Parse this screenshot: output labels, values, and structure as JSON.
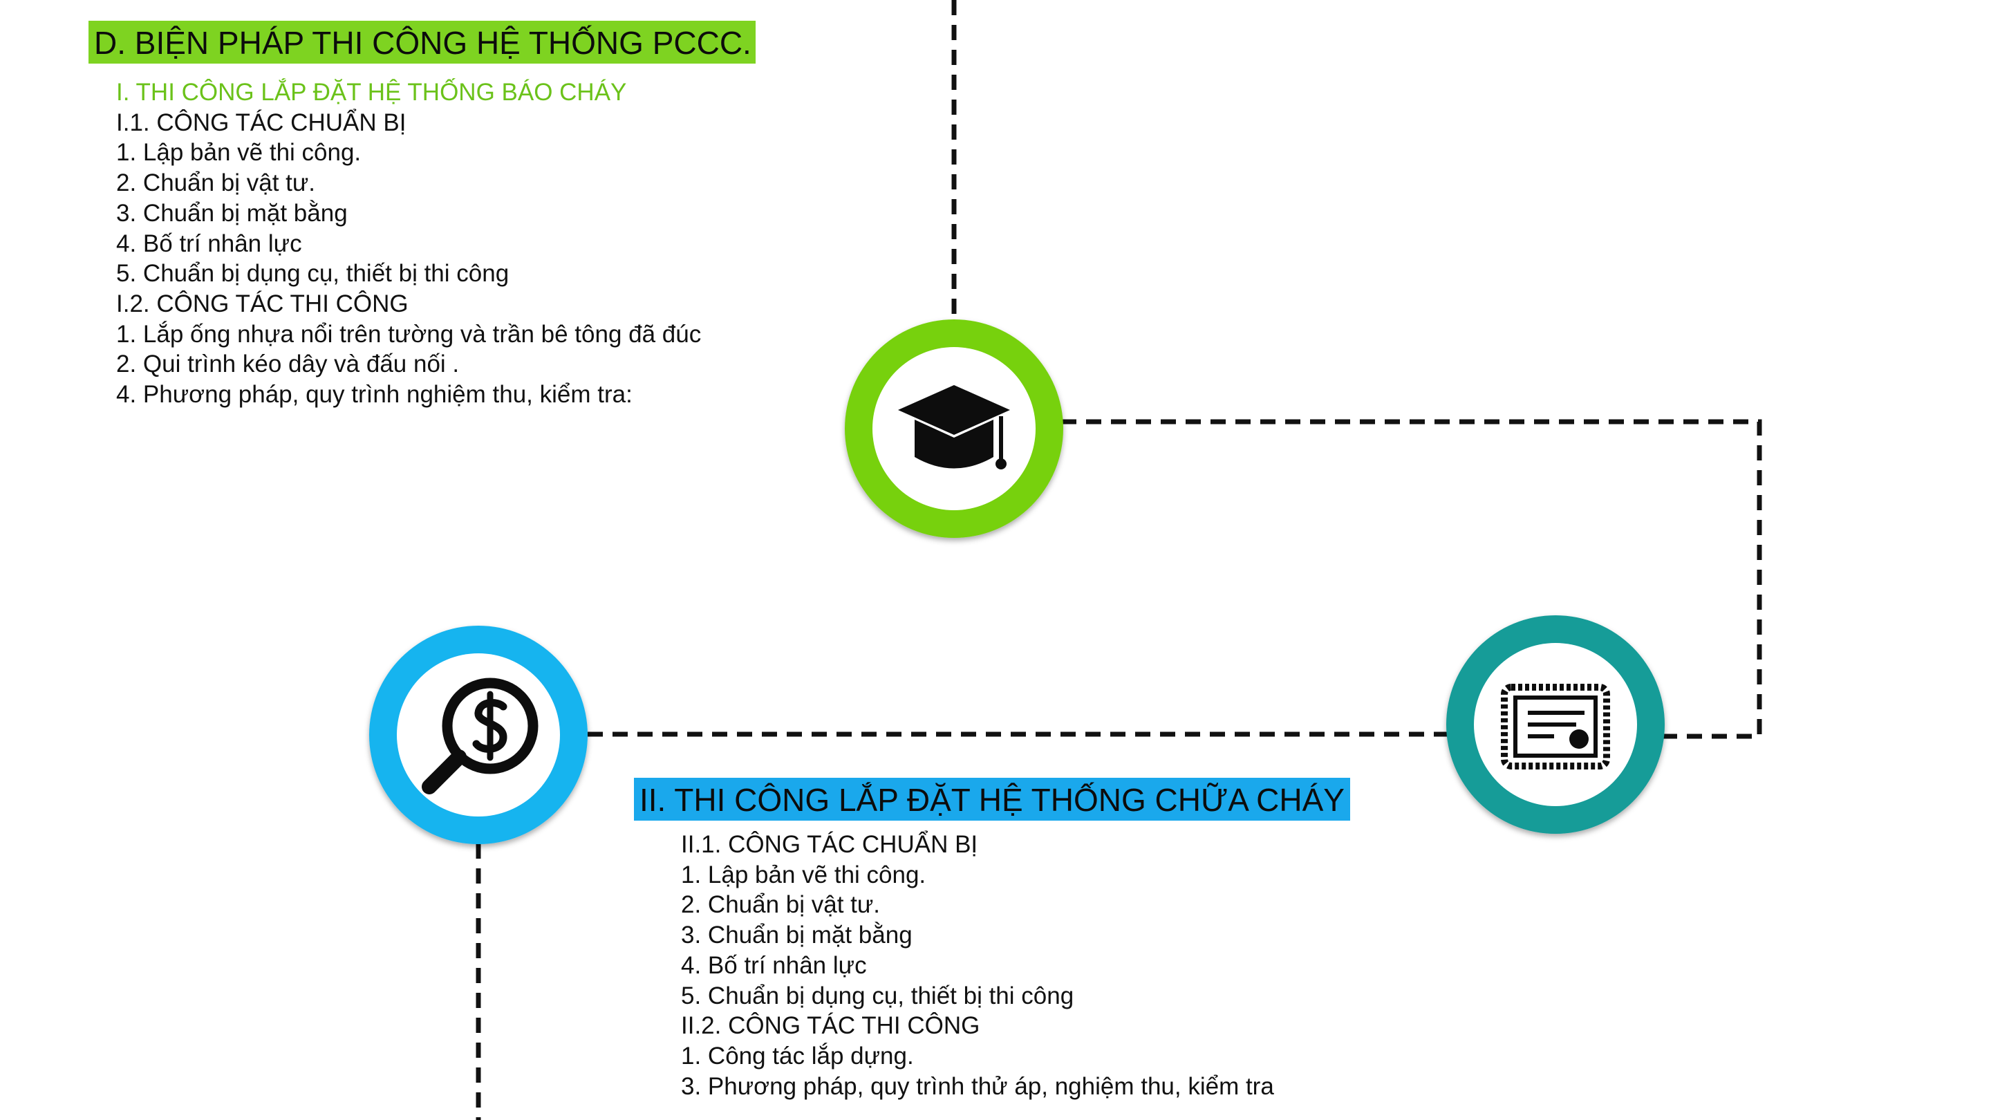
{
  "colors": {
    "title_highlight": "#7ed321",
    "subtitle_text": "#6bc21a",
    "section_highlight": "#1aa8ec",
    "node_green": "#77d10d",
    "node_blue": "#18b4ef",
    "node_teal": "#139c98",
    "node_inner": "#ffffff",
    "icon": "#0d0d0d",
    "connector": "#111111"
  },
  "title": "D. BIỆN PHÁP THI CÔNG HỆ THỐNG PCCC.",
  "section_one": {
    "subtitle": "I. THI CÔNG LẮP ĐẶT HỆ THỐNG BÁO CHÁY",
    "lines": [
      "I.1. CÔNG TÁC CHUẨN BỊ",
      "1. Lập bản vẽ thi công.",
      "2. Chuẩn bị vật tư.",
      "3. Chuẩn bị mặt bằng",
      "4. Bố trí nhân lực",
      "5. Chuẩn bị dụng cụ, thiết bị thi công",
      "I.2. CÔNG TÁC THI CÔNG",
      "1. Lắp ống nhựa nổi trên tường và trần bê tông đã đúc",
      "2.  Qui trình kéo dây và đấu nối .",
      "4. Phương pháp, quy trình nghiệm thu, kiểm tra:"
    ]
  },
  "section_two": {
    "title": "II. THI CÔNG LẮP ĐẶT HỆ THỐNG CHỮA CHÁY",
    "lines": [
      "II.1. CÔNG TÁC CHUẨN BỊ",
      "1. Lập bản vẽ thi công.",
      "2. Chuẩn bị vật tư.",
      "3. Chuẩn bị mặt bằng",
      "4. Bố trí nhân lực",
      "5. Chuẩn bị dụng cụ, thiết bị thi công",
      "II.2. CÔNG TÁC THI CÔNG",
      "1. Công tác lắp dựng.",
      "3. Phương pháp, quy trình thử áp, nghiệm thu, kiểm tra"
    ]
  },
  "nodes": [
    {
      "id": "graduation",
      "icon": "graduation-cap-icon"
    },
    {
      "id": "certificate",
      "icon": "certificate-icon"
    },
    {
      "id": "search",
      "icon": "dollar-search-icon"
    }
  ]
}
